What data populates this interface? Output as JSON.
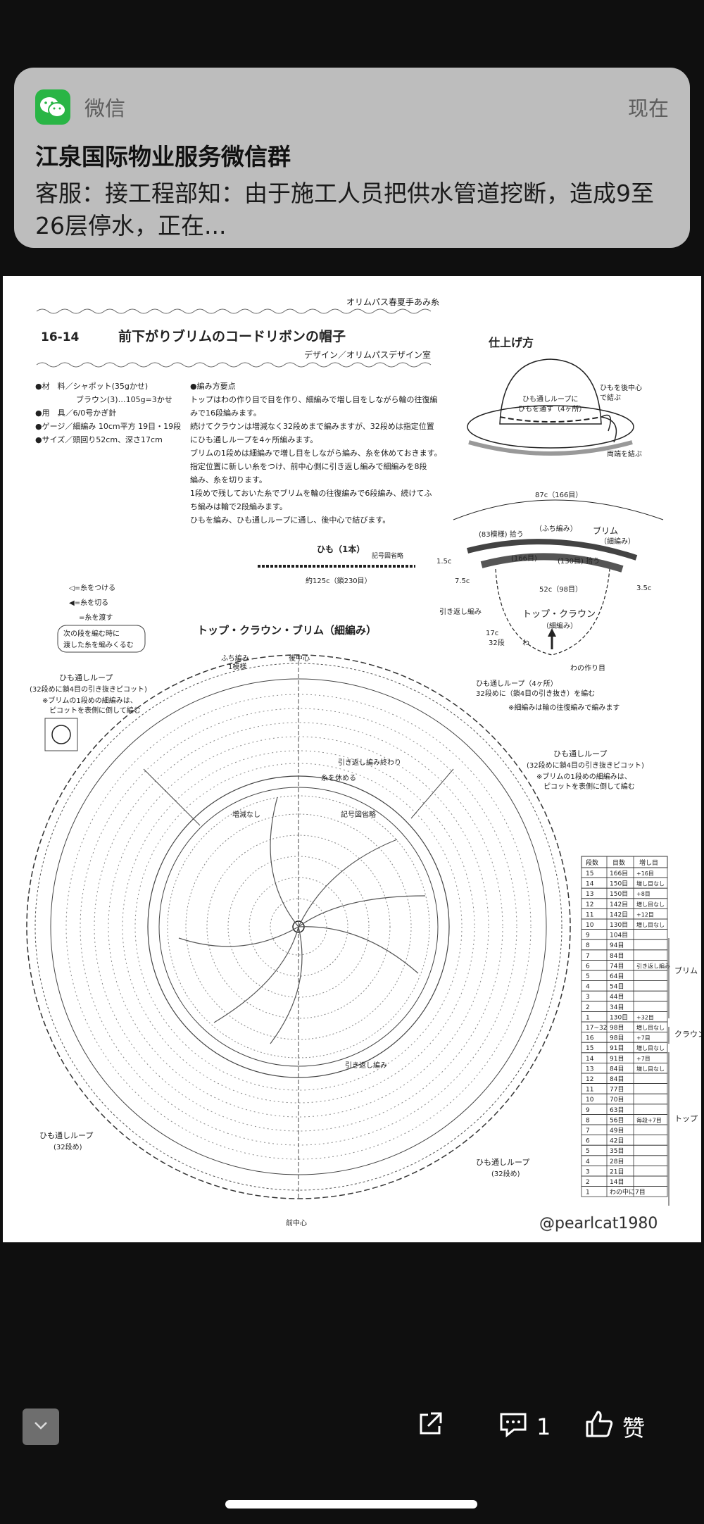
{
  "notification": {
    "app_name": "微信",
    "time": "现在",
    "title": "江泉国际物业服务微信群",
    "message": "客服：接工程部知：由于施工人员把供水管道挖断，造成9至26层停水，正在..."
  },
  "document": {
    "series": "オリムパス春夏手あみ糸",
    "pattern_number": "16-14",
    "pattern_title": "前下がりブリムのコードリボンの帽子",
    "design_credit": "デザイン／オリムパスデザイン室",
    "materials": [
      "●材　料／シャポット(35gかせ)",
      "ブラウン(3)…105g=3かせ",
      "●用　具／6/0号かぎ針",
      "●ゲージ／細編み 10cm平方 19目・19段",
      "●サイズ／頭回り52cm、深さ17cm"
    ],
    "instructions": [
      "●編み方要点",
      "トップはわの作り目で目を作り、細編みで増し目をしながら輪の往復編",
      "みで16段編みます。",
      "続けてクラウンは増減なく32段めまで編みますが、32段めは指定位置",
      "にひも通しループを4ヶ所編みます。",
      "ブリムの1段めは細編みで増し目をしながら編み、糸を休めておきます。",
      "指定位置に新しい糸をつけ、前中心側に引き返し編みで細編みを8段",
      "編み、糸を切ります。",
      "1段めで残しておいた糸でブリムを輪の往復編みで6段編み、続けてふ",
      "ち編みは輪で2段編みます。",
      "ひもを編み、ひも通しループに通し、後中心で結びます。"
    ],
    "finishing_title": "仕上げ方",
    "finishing_notes": [
      "ひも通しループに",
      "ひもを通す（4ヶ所）",
      "ひもを後中心",
      "で結ぶ",
      "両端を結ぶ"
    ],
    "cord_title": "ひも（1本）",
    "cord_symbol": "記号図省略",
    "cord_length": "約125c（鎖230目）",
    "legend": [
      "◁=糸をつける",
      "◀=糸を切る",
      "=糸を渡す",
      "次の段を編む時に",
      "渡した糸を編みくるむ"
    ],
    "diagram_labels": {
      "outer": "87c（166目）",
      "edging": "(83模様) 拾う",
      "edging_name": "（ふち編み）",
      "brim": "ブリム",
      "brim_stitch": "（細編み）",
      "r166": "(166目)",
      "r130": "(130目) 拾う",
      "crown_w": "52c（98目）",
      "top_crown": "トップ・クラウン",
      "top_crown_stitch": "（細編み）",
      "h15": "1.5c",
      "h75": "7.5c",
      "h35": "3.5c",
      "d17": "17c",
      "r32": "32段",
      "hikikaeshi": "引き返し編み",
      "wa": "わ",
      "wa_start": "わの作り目",
      "loops": "ひも通しループ（4ヶ所）",
      "loops_row": "32段めに（鎖4目の引き抜き）を編む",
      "note": "※細編みは輪の往復編みで編みます"
    },
    "chart_title": "トップ・クラウン・ブリム（細編み）",
    "chart_labels": {
      "fuchi": "ふち編み",
      "fuchi_rep": "1模様",
      "back_center": "後中心",
      "front_center": "前中心",
      "loop_left_title": "ひも通しループ",
      "loop_left_desc": "(32段めに鎖4目の引き抜きピコット)",
      "loop_left_note1": "※ブリムの1段めの細編みは、",
      "loop_left_note2": "ピコットを表側に倒して編む",
      "loop_right_title": "ひも通しループ",
      "loop_right_desc": "(32段めに鎖4目の引き抜きピコット)",
      "loop_right_note1": "※ブリムの1段めの細編みは、",
      "loop_right_note2": "ピコットを表側に倒して編む",
      "hikikaeshi_end": "引き返し編み終わり",
      "ito_yasume": "糸を休める",
      "zogen_nashi": "増減なし",
      "kigo_shoryaku": "記号図省略",
      "loop_bl": "ひも通しループ",
      "loop_bl_row": "(32段め)",
      "loop_br": "ひも通しループ",
      "loop_br_row": "(32段め)",
      "hikikaeshi_mid": "引き返し編み"
    },
    "table": {
      "headers": [
        "段数",
        "目数",
        "増し目"
      ],
      "rows": [
        [
          "15",
          "166目",
          "+16目"
        ],
        [
          "14",
          "150目",
          "増し目なし"
        ],
        [
          "13",
          "150目",
          "+8目"
        ],
        [
          "12",
          "142目",
          "増し目なし"
        ],
        [
          "11",
          "142目",
          "+12目"
        ],
        [
          "10",
          "130目",
          "増し目なし"
        ],
        [
          "9",
          "104目",
          ""
        ],
        [
          "8",
          "94目",
          ""
        ],
        [
          "7",
          "84目",
          ""
        ],
        [
          "6",
          "74目",
          "引き返し編み"
        ],
        [
          "5",
          "64目",
          ""
        ],
        [
          "4",
          "54目",
          ""
        ],
        [
          "3",
          "44目",
          ""
        ],
        [
          "2",
          "34目",
          ""
        ],
        [
          "1",
          "130目",
          "+32目"
        ],
        [
          "17~32",
          "98目",
          "増し目なし"
        ],
        [
          "16",
          "98目",
          "+7目"
        ],
        [
          "15",
          "91目",
          "増し目なし"
        ],
        [
          "14",
          "91目",
          "+7目"
        ],
        [
          "13",
          "84目",
          "増し目なし"
        ],
        [
          "12",
          "84目",
          ""
        ],
        [
          "11",
          "77目",
          ""
        ],
        [
          "10",
          "70目",
          ""
        ],
        [
          "9",
          "63目",
          ""
        ],
        [
          "8",
          "56目",
          "毎段+7目"
        ],
        [
          "7",
          "49目",
          ""
        ],
        [
          "6",
          "42目",
          ""
        ],
        [
          "5",
          "35目",
          ""
        ],
        [
          "4",
          "28目",
          ""
        ],
        [
          "3",
          "21目",
          ""
        ],
        [
          "2",
          "14目",
          ""
        ],
        [
          "1",
          "わの中に7目",
          ""
        ]
      ],
      "sections": [
        "ブリム",
        "クラウン",
        "トップ"
      ]
    },
    "watermark": "@pearlcat1980"
  },
  "toolbar": {
    "comment_count": "1",
    "like_label": "赞"
  }
}
